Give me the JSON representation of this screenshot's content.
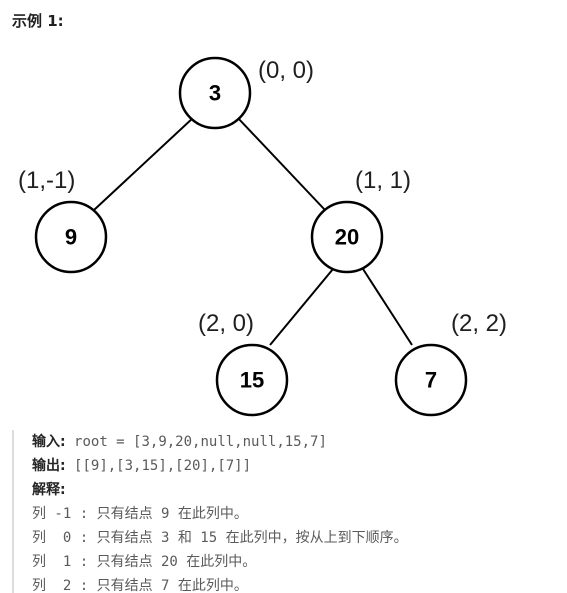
{
  "heading": "示例 1:",
  "tree": {
    "nodes": [
      {
        "id": "n3",
        "value": "3",
        "coord": "(0, 0)"
      },
      {
        "id": "n9",
        "value": "9",
        "coord": "(1,-1)"
      },
      {
        "id": "n20",
        "value": "20",
        "coord": "(1, 1)"
      },
      {
        "id": "n15",
        "value": "15",
        "coord": "(2, 0)"
      },
      {
        "id": "n7",
        "value": "7",
        "coord": "(2, 2)"
      }
    ],
    "edges": [
      [
        "n3",
        "n9"
      ],
      [
        "n3",
        "n20"
      ],
      [
        "n20",
        "n15"
      ],
      [
        "n20",
        "n7"
      ]
    ]
  },
  "example": {
    "input_label": "输入:",
    "input_value": " root = [3,9,20,null,null,15,7]",
    "output_label": "输出:",
    "output_value": " [[9],[3,15],[20],[7]]",
    "explanation_label": "解释:",
    "lines": [
      "列 -1 : 只有结点 9 在此列中。",
      "列  0 : 只有结点 3 和 15 在此列中，按从上到下顺序。",
      "列  1 : 只有结点 20 在此列中。",
      "列  2 : 只有结点 7 在此列中。"
    ]
  }
}
